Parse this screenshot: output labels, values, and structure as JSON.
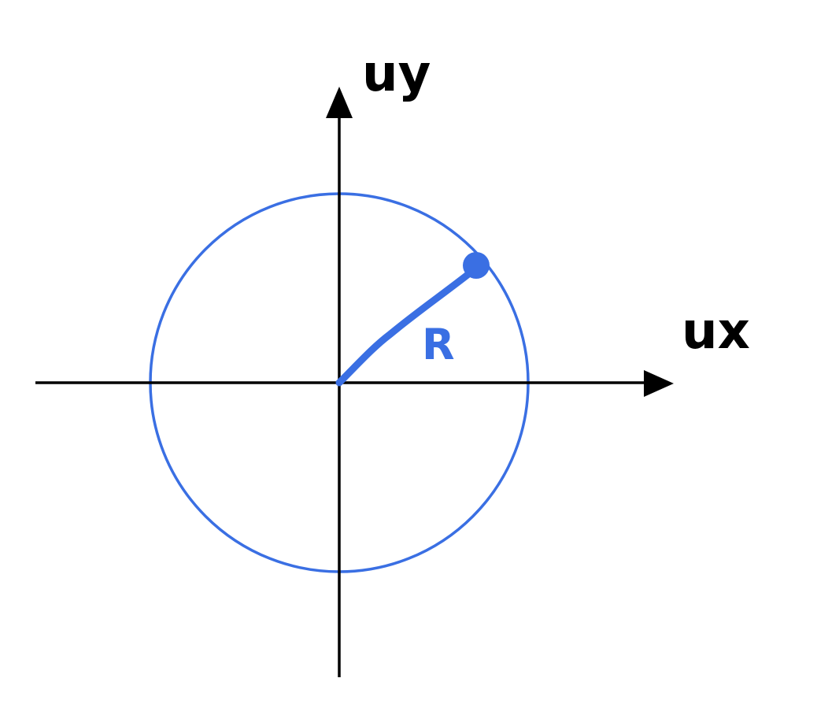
{
  "labels": {
    "y_axis": "uy",
    "x_axis": "ux",
    "radius": "R"
  },
  "colors": {
    "axis": "#000000",
    "circle": "#3a6fe3",
    "radius": "#3a6fe3",
    "label": "#000000",
    "radius_label": "#3a6fe3"
  }
}
